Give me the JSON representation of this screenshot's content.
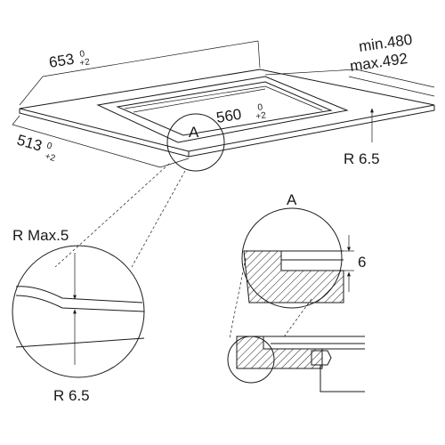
{
  "dimensions": {
    "width": {
      "value": "653",
      "tol_upper": "0",
      "tol_lower": "+2"
    },
    "depth": {
      "value": "513",
      "tol_upper": "0",
      "tol_lower": "+2"
    },
    "cutout": {
      "value": "560",
      "tol_upper": "0",
      "tol_lower": "+2"
    },
    "min_depth": "min.480",
    "max_depth": "max.492",
    "corner_radius_top": "R 6.5",
    "corner_radius_max": "R Max.5",
    "corner_radius_bottom": "R 6.5",
    "groove_depth": "6"
  },
  "details": {
    "marker": "A",
    "detail_title": "A"
  }
}
